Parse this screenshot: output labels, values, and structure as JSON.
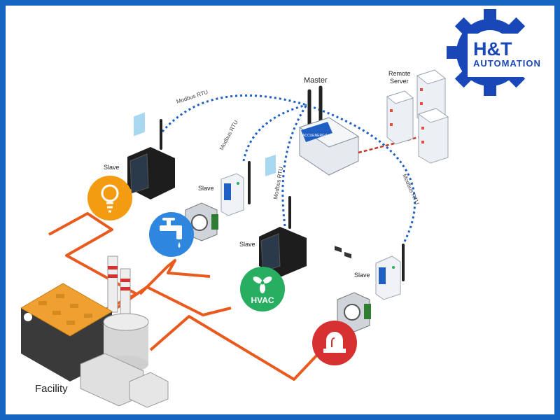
{
  "brand": {
    "name": "H&T",
    "tagline": "AUTOMATION",
    "color": "#1a47b8"
  },
  "labels": {
    "master": "Master",
    "remote_server": [
      "Remote",
      "Server"
    ],
    "facility": "Facility",
    "slave": "Slave",
    "hvac": "HVAC"
  },
  "links": {
    "modbus_rtu": "Modbus RTU"
  },
  "device_brand": "ACCUENERGY",
  "colors": {
    "wireless": "#1f5fc4",
    "wired": "#e85a1e",
    "server_link": "#c0392b",
    "light": "#f39c12",
    "water": "#2e86de",
    "hvac": "#27ae60",
    "alarm": "#d63031"
  }
}
